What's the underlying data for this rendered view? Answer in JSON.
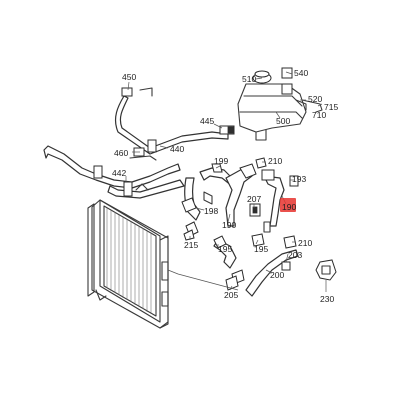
{
  "diagram": {
    "highlight_color": "#e6322e",
    "callouts": {
      "c450": "450",
      "c445": "445",
      "c460": "460",
      "c440": "440",
      "c442": "442",
      "c510": "510",
      "c540": "540",
      "c520": "520",
      "c715": "715",
      "c710": "710",
      "c500": "500",
      "c199": "199",
      "c210a": "210",
      "c193": "193",
      "c207": "207",
      "c198": "198",
      "c190a": "190",
      "c190b": "190",
      "c215": "215",
      "c195a": "195",
      "c195b": "195",
      "c210b": "210",
      "c203": "203",
      "c200": "200",
      "c205": "205",
      "c230": "230"
    }
  }
}
